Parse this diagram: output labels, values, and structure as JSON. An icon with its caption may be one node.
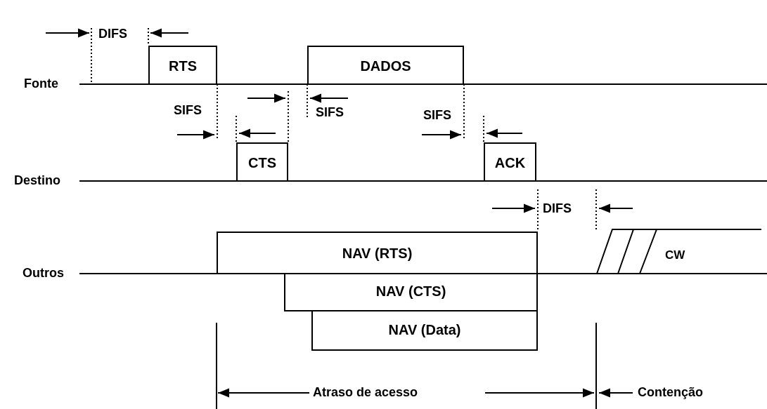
{
  "diagram": {
    "nodes": [
      {
        "text": [
          "RTS"
        ]
      },
      {
        "text": [
          "DADOS"
        ]
      },
      {
        "text": [
          "CTS"
        ]
      },
      {
        "text": [
          "ACK"
        ]
      },
      {
        "text": [
          "NAV (RTS)"
        ]
      },
      {
        "text": [
          "CW"
        ]
      },
      {
        "text": [
          "NAV (CTS)"
        ]
      },
      {
        "text": [
          "NAV (Data)"
        ]
      }
    ],
    "edges": [],
    "labels": [
      "DIFS",
      "Fonte",
      "SIFS",
      "SIFS",
      "SIFS",
      "Destino",
      "DIFS",
      "Outros",
      "Atraso de acesso",
      "Contenção"
    ]
  }
}
